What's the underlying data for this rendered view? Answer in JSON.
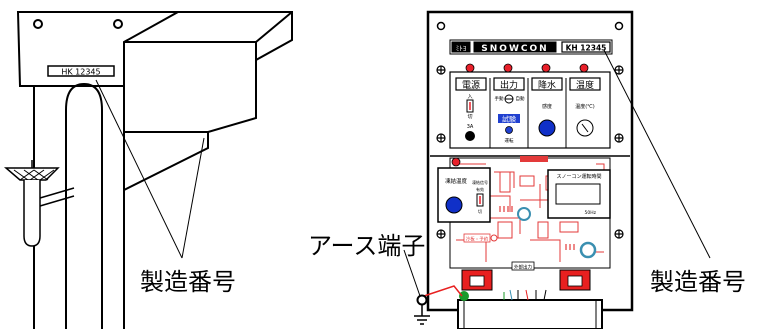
{
  "labels": {
    "serial_number_left": "製造番号",
    "serial_number_right": "製造番号",
    "earth_terminal": "アース端子"
  },
  "sensor_unit": {
    "nameplate": "HK 12345"
  },
  "control_box": {
    "brand": "SNOWCON",
    "serial_plate": "KH 12345",
    "logo_text": "ﾐﾄﾖ",
    "headers": [
      "電源",
      "出力",
      "降水",
      "温度"
    ],
    "power_on": "入",
    "power_off": "切",
    "fuse_rating": "3A",
    "output_manual": "手動",
    "output_auto": "自動",
    "test_label": "試験",
    "test_sub": "運転",
    "sensitivity_label": "感度",
    "temp_setting_label": "温度(℃)",
    "freeze_temp_label": "凍結温度",
    "freeze_signal_label": "凍結信号",
    "freeze_on": "有効",
    "freeze_off": "切",
    "runtime_title": "スノーコン運転時間",
    "frequency": "50Hz",
    "board_tag": "冷板・予約",
    "board_label": "外部出力"
  },
  "colors": {
    "indicator_red": "#e8202a",
    "knob_blue": "#1030c8",
    "test_blue": "#2040d0",
    "terminal_red": "#e82020",
    "terminal_green": "#1a9a2a",
    "pcb_red": "#e33a3a",
    "pad_teal": "#3a8fb0"
  }
}
